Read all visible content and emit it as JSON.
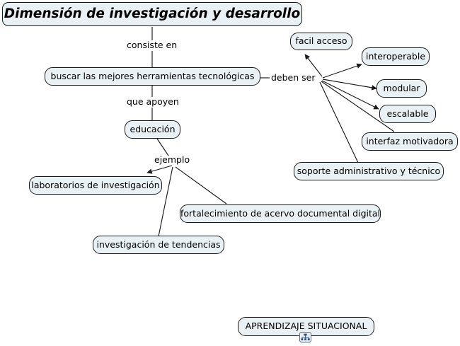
{
  "document": {
    "type": "concept-map",
    "title": "Dimensión de investigación y desarrollo",
    "background_color": "#ffffff",
    "node_fill_color": "#eaf1f4",
    "node_border_color": "#1a1a1a",
    "edge_color": "#1a1a1a",
    "badge_color": "#4a6fa5"
  },
  "nodes": {
    "title": "Dimensión de investigación y desarrollo",
    "herramientas": "buscar las mejores herramientas tecnológicas",
    "educacion": "educación",
    "facil_acceso": "facil acceso",
    "interoperable": "interoperable",
    "modular": "modular",
    "escalable": "escalable",
    "interfaz": "interfaz motivadora",
    "soporte": "soporte administrativo y técnico",
    "laboratorios": "laboratorios de investigación",
    "fortalecimiento": "fortalecimiento de acervo documental digital",
    "tendencias": "investigación de tendencias",
    "aprendizaje": "APRENDIZAJE SITUACIONAL"
  },
  "link_labels": {
    "consiste_en": "consiste en",
    "deben_ser": "deben ser",
    "que_apoyen": "que apoyen",
    "ejemplo": "ejemplo"
  },
  "badges": {
    "aprendizaje_children": "hierarchy-icon"
  }
}
